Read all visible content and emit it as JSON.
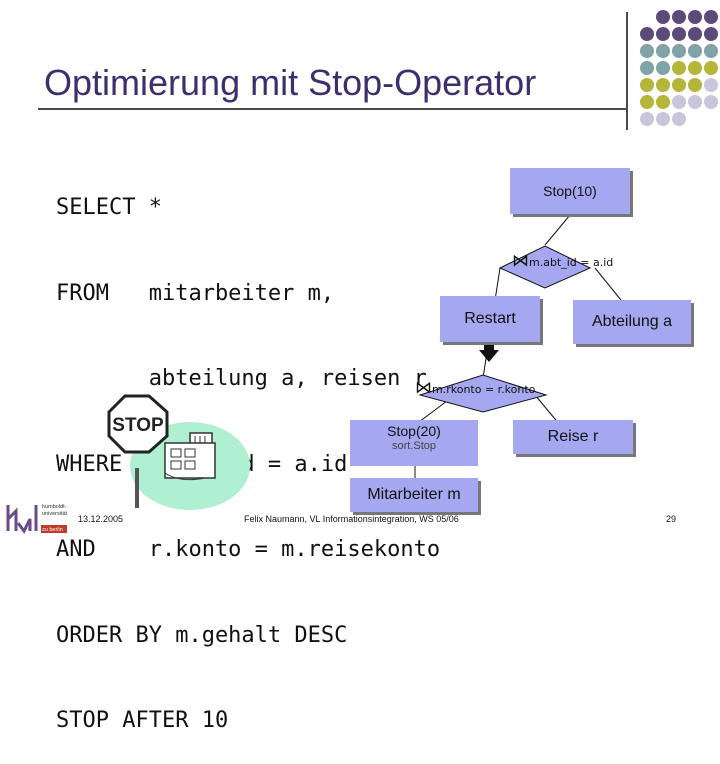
{
  "slide": {
    "title": "Optimierung mit Stop-Operator",
    "palette": {
      "purple": "#5b4a7a",
      "teal": "#7fa3a6",
      "olive": "#b5b53a",
      "lavender": "#c9c5da",
      "box": "#a5a8f0",
      "title": "#3d2f6e"
    }
  },
  "sql": {
    "lines": [
      "SELECT *",
      "FROM   mitarbeiter m,",
      "       abteilung a, reisen r",
      "WHERE  m.abt_id = a.id",
      "AND    r.konto = m.reisekonto",
      "ORDER BY m.gehalt DESC",
      "STOP AFTER 10"
    ]
  },
  "plan": {
    "stop_top": "Stop(10)",
    "join_top_symbol": "⋈",
    "join_top_pred": "m.abt_id = a.id",
    "restart": "Restart",
    "abteilung": "Abteilung a",
    "join_mid_symbol": "⋈",
    "join_mid_pred": "m.rkonto = r.konto",
    "stop_mid": "Stop(20)",
    "stop_mid_sub": "sort.Stop",
    "reise": "Reise r",
    "mitarbeiter": "Mitarbeiter m"
  },
  "clipart": {
    "sign_text": "STOP"
  },
  "logo": {
    "text_lines": [
      "humboldt-",
      "universität",
      "zu berlin"
    ]
  },
  "footer": {
    "date": "13.12.2005",
    "author": "Felix Naumann, VL Informationsintegration, WS 05/06",
    "page": "29"
  }
}
